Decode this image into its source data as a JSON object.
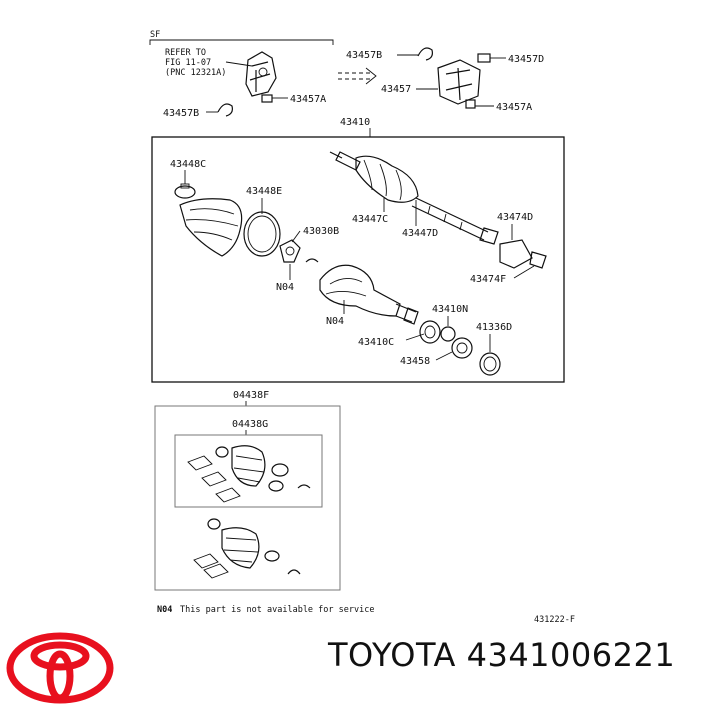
{
  "header": {
    "section_code": "SF"
  },
  "refer_note": {
    "line1": "REFER TO",
    "line2": "FIG 11-07",
    "line3": "(PNC 12321A)"
  },
  "labels": {
    "p43457B_left": "43457B",
    "p43457A_left": "43457A",
    "p43457B_right": "43457B",
    "p43457D": "43457D",
    "p43457": "43457",
    "p43457A_right": "43457A",
    "p43410": "43410",
    "p43448C": "43448C",
    "p43448E": "43448E",
    "p43030B": "43030B",
    "n04_a": "N04",
    "p43447C": "43447C",
    "p43447D": "43447D",
    "p43474D": "43474D",
    "p43474F": "43474F",
    "n04_b": "N04",
    "p43410N": "43410N",
    "p41336D": "41336D",
    "p43410C": "43410C",
    "p43458": "43458",
    "p04438F": "04438F",
    "p04438G": "04438G"
  },
  "footnote": {
    "code": "N04",
    "text": "This part is not available for service"
  },
  "diagram_id": "431222-F",
  "brand": {
    "name": "TOYOTA",
    "part_number": "4341006221",
    "logo_color": "#e8101e"
  }
}
